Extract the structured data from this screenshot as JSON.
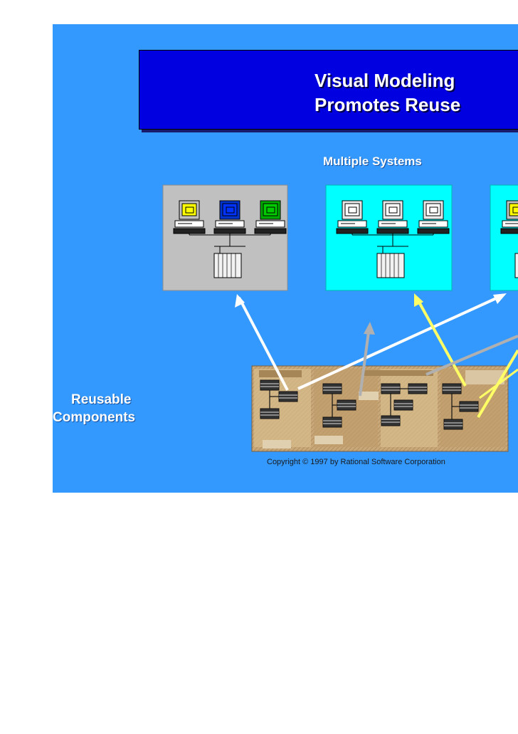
{
  "slide": {
    "title_lines": [
      "Visual Modeling",
      "Promotes Reuse"
    ],
    "systems_label": "Multiple Systems",
    "reusable_label_lines": [
      "Reusable",
      "Components"
    ],
    "copyright": "Copyright © 1997 by Rational Software Corporation"
  },
  "colors": {
    "slide_background": "#3399ff",
    "title_box": "#0000e0",
    "system_gray": "#c0c0c0",
    "system_cyan": "#00ffff",
    "arrow_white": "#ffffff",
    "arrow_gray": "#b0b0b0",
    "arrow_yellow": "#ffff66",
    "component_panel": "#c8a87a"
  },
  "systems": [
    {
      "name": "system-gray",
      "screen_colors": [
        "#ffff00",
        "#0033ff",
        "#00cc00"
      ],
      "monitor_bodies": [
        "#c0c0c0",
        "#0033cc",
        "#00aa00"
      ]
    },
    {
      "name": "system-cyan",
      "screen_colors": [
        "#ffffff",
        "#ffffff",
        "#ffffff"
      ],
      "monitor_bodies": [
        "#e8e8e8",
        "#e8e8e8",
        "#e8e8e8"
      ]
    },
    {
      "name": "system-partial",
      "screen_colors": [
        "#ffff00",
        "#0033ff"
      ],
      "monitor_bodies": [
        "#c0c0c0",
        "#0033cc"
      ]
    }
  ]
}
